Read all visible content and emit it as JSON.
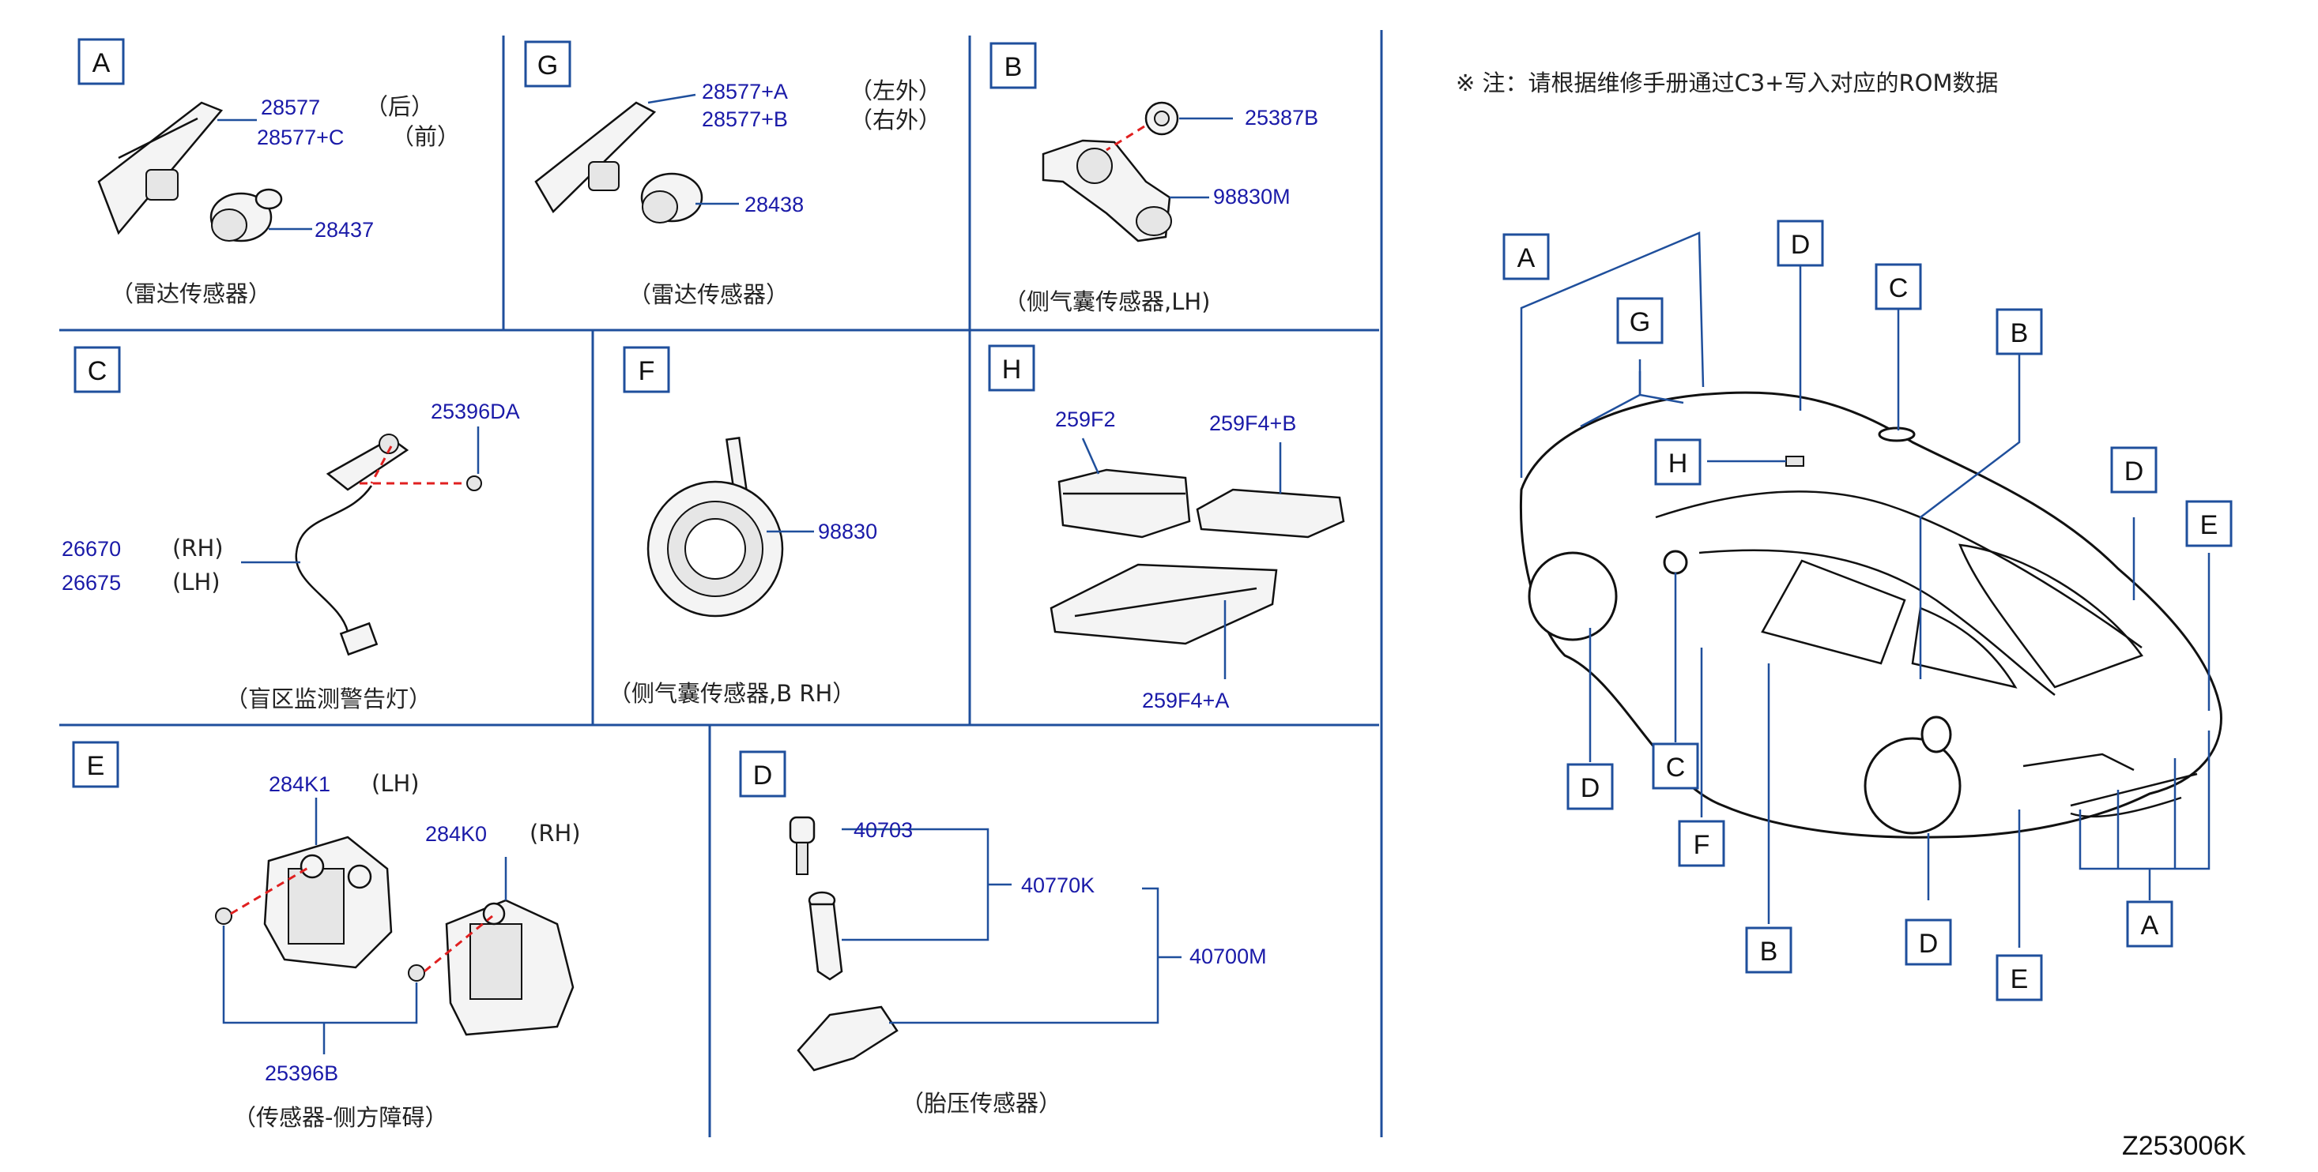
{
  "note": "※ 注：请根据维修手册通过C3+写入对应的ROM数据",
  "diagram_code": "Z253006K",
  "panels": {
    "A": {
      "label": "A",
      "parts": [
        "28577",
        "28577+C",
        "28437"
      ],
      "notes": [
        "（后）",
        "（前）"
      ],
      "caption": "（雷达传感器）"
    },
    "G": {
      "label": "G",
      "parts": [
        "28577+A",
        "28577+B",
        "28438"
      ],
      "notes": [
        "（左外）",
        "（右外）"
      ],
      "caption": "（雷达传感器）"
    },
    "B": {
      "label": "B",
      "parts": [
        "25387B",
        "98830M"
      ],
      "caption": "（侧气囊传感器,LH)"
    },
    "C": {
      "label": "C",
      "parts": [
        "25396DA",
        "26670",
        "26675"
      ],
      "notes": [
        "(RH)",
        "(LH)"
      ],
      "caption": "（盲区监测警告灯）"
    },
    "F": {
      "label": "F",
      "parts": [
        "98830"
      ],
      "caption": "（侧气囊传感器,B   RH）"
    },
    "H": {
      "label": "H",
      "parts": [
        "259F2",
        "259F4+B",
        "259F4+A"
      ]
    },
    "E": {
      "label": "E",
      "parts": [
        "284K1",
        "284K0",
        "25396B"
      ],
      "notes": [
        "(LH)",
        "(RH)"
      ],
      "caption": "（传感器-侧方障碍）"
    },
    "D": {
      "label": "D",
      "parts": [
        "40703",
        "40770K",
        "40700M"
      ],
      "caption": "（胎压传感器）"
    }
  },
  "car_labels": {
    "a1": "A",
    "g1": "G",
    "d1": "D",
    "c1": "C",
    "b1": "B",
    "h1": "H",
    "d2": "D",
    "e1": "E",
    "d3": "D",
    "c2": "C",
    "f1": "F",
    "b2": "B",
    "d4": "D",
    "e2": "E",
    "a2": "A"
  }
}
